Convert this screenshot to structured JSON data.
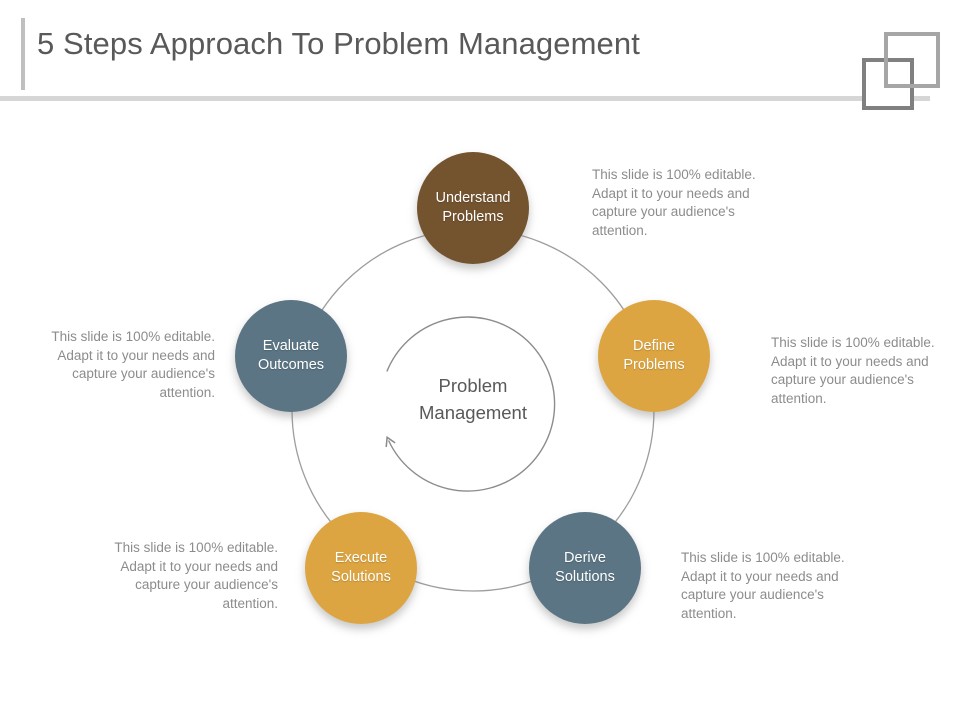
{
  "header": {
    "title": "5 Steps Approach To Problem Management"
  },
  "diagram": {
    "center_label": "Problem\nManagement",
    "center_label_line1": "Problem",
    "center_label_line2": "Management",
    "nodes": [
      {
        "id": "understand",
        "label": "Understand\nProblems",
        "label_line1": "Understand",
        "label_line2": "Problems",
        "color": "#74532f",
        "position": "top",
        "description": "This slide is 100% editable. Adapt it to your needs and capture your audience's attention."
      },
      {
        "id": "define",
        "label": "Define\nProblems",
        "label_line1": "Define",
        "label_line2": "Problems",
        "color": "#dda541",
        "position": "upper-right",
        "description": "This slide is 100% editable. Adapt it to your needs and capture your audience's attention."
      },
      {
        "id": "derive",
        "label": "Derive\nSolutions",
        "label_line1": "Derive",
        "label_line2": "Solutions",
        "color": "#5b7584",
        "position": "lower-right",
        "description": "This slide is 100% editable. Adapt it to your needs and capture your audience's attention."
      },
      {
        "id": "execute",
        "label": "Execute\nSolutions",
        "label_line1": "Execute",
        "label_line2": "Solutions",
        "color": "#dda541",
        "position": "lower-left",
        "description": "This slide is 100% editable. Adapt it to your needs and capture your audience's attention."
      },
      {
        "id": "evaluate",
        "label": "Evaluate\nOutcomes",
        "label_line1": "Evaluate",
        "label_line2": "Outcomes",
        "color": "#5b7584",
        "position": "upper-left",
        "description": "This slide is 100% editable. Adapt it to your needs and capture your audience's attention."
      }
    ]
  },
  "colors": {
    "title_text": "#595959",
    "body_text": "#8c8c8c",
    "accent_bar": "#bfbfbf",
    "rule": "#d6d6d6",
    "ring_line": "#8c8c8c",
    "deco_square_light": "#a6a6a6",
    "deco_square_dark": "#808080",
    "brown": "#74532f",
    "amber": "#dda541",
    "slate": "#5b7584",
    "background": "#ffffff"
  }
}
